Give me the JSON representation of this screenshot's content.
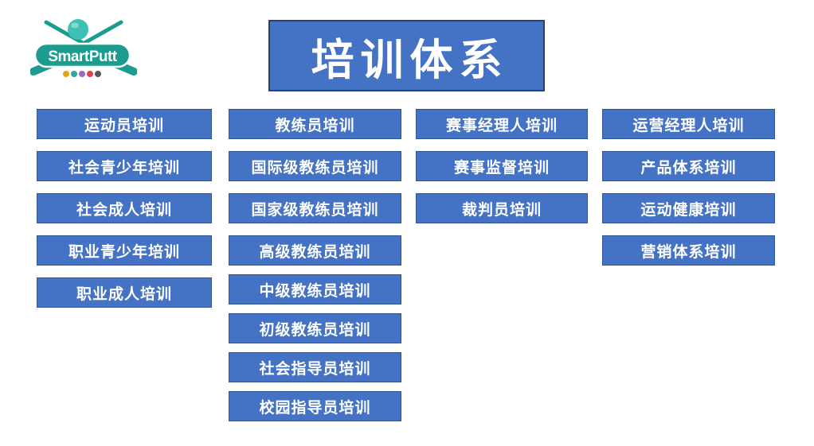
{
  "slide": {
    "title": "培训体系"
  },
  "logo": {
    "brand": "SmartPutt",
    "teal": "#1B9C8F",
    "ball_color": "#3FC0B4",
    "dot_colors": [
      "#E2A713",
      "#2FA79B",
      "#9A68C8",
      "#E83C4B",
      "#55555A"
    ]
  },
  "colors": {
    "box_fill": "#4472C4",
    "box_border": "#2F5597",
    "title_border": "#24417E",
    "box_text": "#FFFFFF",
    "background": "#FFFFFF"
  },
  "columns": [
    {
      "id": "athlete-training",
      "items": [
        "运动员培训",
        "社会青少年培训",
        "社会成人培训",
        "职业青少年培训",
        "职业成人培训"
      ]
    },
    {
      "id": "coach-training",
      "items": [
        "教练员培训",
        "国际级教练员培训",
        "国家级教练员培训",
        "高级教练员培训",
        "中级教练员培训",
        "初级教练员培训",
        "社会指导员培训",
        "校园指导员培训"
      ]
    },
    {
      "id": "event-training",
      "items": [
        "赛事经理人培训",
        "赛事监督培训",
        "裁判员培训"
      ]
    },
    {
      "id": "operation-training",
      "items": [
        "运营经理人培训",
        "产品体系培训",
        "运动健康培训",
        "营销体系培训"
      ]
    }
  ]
}
